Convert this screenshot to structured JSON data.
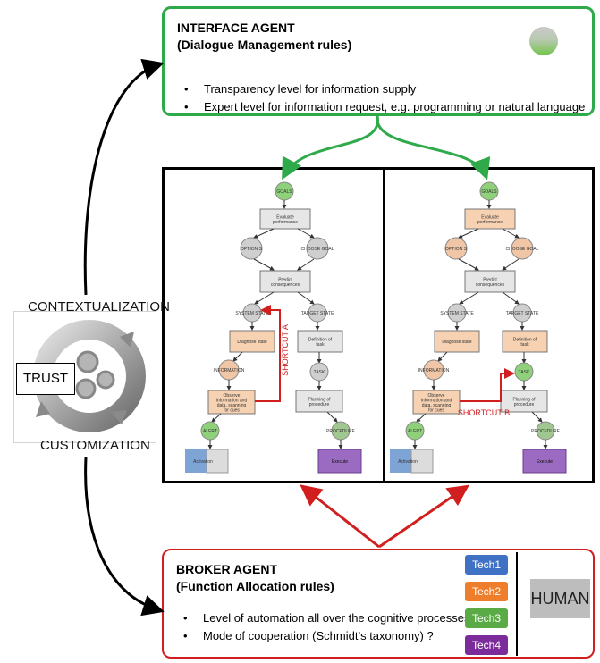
{
  "interface_agent": {
    "title_line1": "INTERFACE AGENT",
    "title_line2": "(Dialogue Management rules)",
    "bullets": [
      "Transparency level for information supply",
      "Expert level for information request, e.g. programming or natural language"
    ]
  },
  "broker_agent": {
    "title_line1": "BROKER AGENT",
    "title_line2": "(Function Allocation rules)",
    "bullets": [
      "Level of automation all over the cognitive processes?",
      "Mode of cooperation (Schmidt’s taxonomy) ?"
    ]
  },
  "techs": [
    {
      "label": "Tech1",
      "color": "#3f72c4"
    },
    {
      "label": "Tech2",
      "color": "#ef7e2c"
    },
    {
      "label": "Tech3",
      "color": "#5aab46"
    },
    {
      "label": "Tech4",
      "color": "#7b2c9a"
    }
  ],
  "human_label": "HUMAN",
  "side_labels": {
    "contextualization": "CONTEXTUALIZATION",
    "trust": "TRUST",
    "customization": "CUSTOMIZATION"
  },
  "shortcuts": {
    "a": "SHORTCUT A",
    "b": "SHORTCUT B"
  },
  "nodes": {
    "goals": "GOALS",
    "evaluate": "Evaluate performance",
    "option": "OPTION S",
    "choose_goal": "CHOOSE GOAL",
    "predict": "Predict consequences",
    "system_state": "SYSTEM STATE",
    "target_state": "TARGET STATE",
    "diagnose": "Diagnose state",
    "definition_task": "Definition of task",
    "information": "INFORMATION",
    "task": "TASK",
    "observe": "Observe information and data, scanning for cues",
    "planning": "Planning of procedure",
    "alert": "ALERT",
    "procedure": "PROCEDURE",
    "activation": "Activation",
    "execute": "Execute"
  },
  "colors": {
    "green": "#2eaa4a",
    "red": "#d11f1f",
    "orange_fill": "#f6d2b3",
    "grey_fill": "#d9d9d9"
  }
}
